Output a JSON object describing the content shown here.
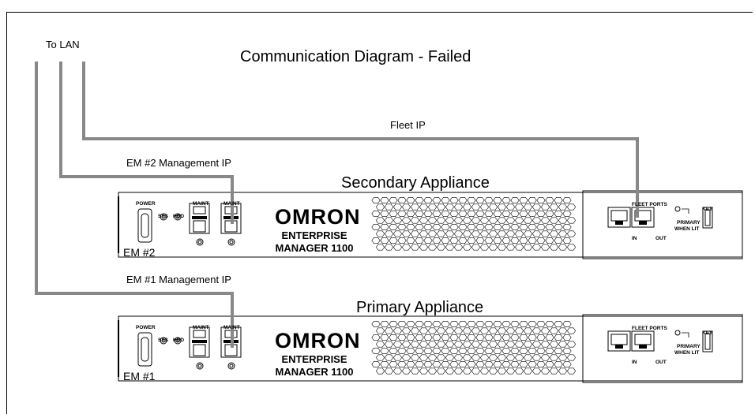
{
  "title": "Communication Diagram - Failed",
  "to_lan": "To LAN",
  "links": {
    "fleet_ip": "Fleet IP",
    "em2_mgmt_ip": "EM #2 Management IP",
    "em1_mgmt_ip": "EM #1 Management IP"
  },
  "appliances": [
    {
      "heading": "Secondary Appliance",
      "em_label": "EM #2",
      "brand": "OMRON",
      "model_line1": "ENTERPRISE",
      "model_line2": "MANAGER 1100",
      "power_label": "POWER",
      "sys_label": "SYS",
      "hdd_label": "HDD",
      "maint_labels": [
        "MAINT",
        "MAINT"
      ],
      "fleet_ports_label": "FLEET PORTS",
      "in_label": "IN",
      "out_label": "OUT",
      "primary_label_1": "PRIMARY",
      "primary_label_2": "WHEN LIT",
      "key_label": "KEY"
    },
    {
      "heading": "Primary Appliance",
      "em_label": "EM #1",
      "brand": "OMRON",
      "model_line1": "ENTERPRISE",
      "model_line2": "MANAGER 1100",
      "power_label": "POWER",
      "sys_label": "SYS",
      "hdd_label": "HDD",
      "maint_labels": [
        "MAINT",
        "MAINT"
      ],
      "fleet_ports_label": "FLEET PORTS",
      "in_label": "IN",
      "out_label": "OUT",
      "primary_label_1": "PRIMARY",
      "primary_label_2": "WHEN LIT",
      "key_label": "KEY"
    }
  ],
  "colors": {
    "cable": "#888888",
    "outline": "#000000",
    "background": "#ffffff"
  }
}
